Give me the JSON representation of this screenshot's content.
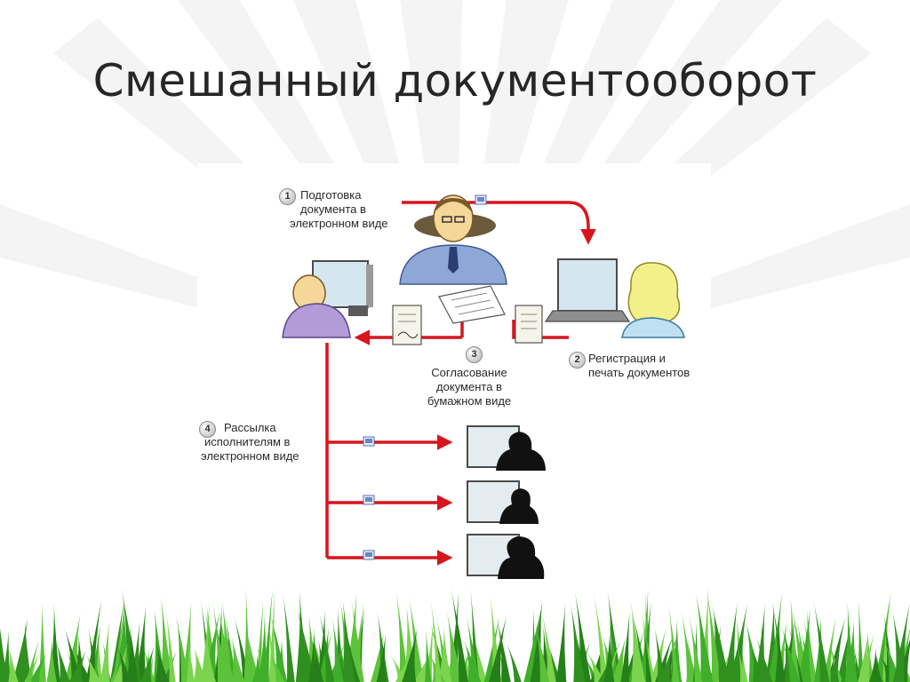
{
  "slide": {
    "title": "Смешанный документооборот"
  },
  "steps": [
    {
      "number": "1",
      "lines": [
        "Подготовка",
        "документа в",
        "электронном виде"
      ]
    },
    {
      "number": "2",
      "lines": [
        "Регистрация и",
        "печать документов"
      ]
    },
    {
      "number": "3",
      "lines": [
        "Согласование",
        "документа в",
        "бумажном виде"
      ]
    },
    {
      "number": "4",
      "lines": [
        "Рассылка",
        "исполнителям в",
        "электронном виде"
      ]
    }
  ],
  "colors": {
    "arrow": "#d8141d",
    "title_text": "#262626",
    "grass": "#3fae2a",
    "monitor_screen": "#d6e6f0"
  },
  "icons": [
    "document-icon",
    "envelope-icon",
    "monitor-icon",
    "person-icon"
  ]
}
